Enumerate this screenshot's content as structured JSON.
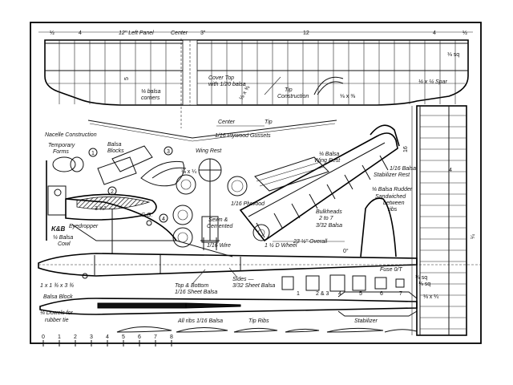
{
  "wing": {
    "left_panel": "12\" Left Panel",
    "center": "Center",
    "dim_left": "4",
    "dim_3": "3\"",
    "dim_12": "12",
    "dim_right": "4",
    "dim_half_a": "½",
    "dim_half_b": "½",
    "sq": "⅛ sq",
    "dim_5": "5",
    "cover_top": "Cover Top",
    "cover_top2": "with 1/20 balsa",
    "tip_construction": "Tip",
    "tip_construction2": "Construction",
    "balsa_corners": "⅛ balsa",
    "balsa_corners2": "corners",
    "spar": "⅛ x ¼ Spar",
    "spar_small": "⅛ x ⅜",
    "rib_dim": "⅛ x ⅜"
  },
  "nacelle": {
    "title": "Nacelle Construction",
    "temporary_forms": "Temporary",
    "temporary_forms2": "Forms",
    "balsa_blocks": "Balsa",
    "balsa_blocks2": "Blocks",
    "n1": "1",
    "n2": "2",
    "n3": "3",
    "n4": "4",
    "center": "Center",
    "tip": "Tip",
    "gussets": "1/16 Plywood Gussets",
    "wing_rest": "Wing Rest",
    "plywood": "1/16 Plywood",
    "sewn": "Sewn &",
    "sewn2": "Cemented",
    "wire": "1/16 Wire",
    "eyedropper": "Eyedropper",
    "kb": "K&B",
    "cowl": "¼ Balsa",
    "cowl2": "Cowl",
    "cg": "C.G.",
    "dim_32": "3 ⅝\"",
    "dim_cross": "⅛ x ¼"
  },
  "fuselage": {
    "wing_rest": "⅛ Balsa",
    "wing_rest2": "Wing Rest",
    "stab_rest": "1/16 Balsa",
    "stab_rest2": "Stabilizer Rest",
    "rudder": "⅛ Balsa Rudder",
    "sandwiched": "Sandwiched",
    "sandwiched2": "between",
    "sandwiched3": "ribs",
    "bulkheads": "Bulkheads",
    "bulkheads2": "2 to 7",
    "bulkheads3": "3/32 Balsa",
    "wheel": "1 ½ D Wheel",
    "overall": "23 ½\" Overall",
    "deg": "0°",
    "fuse": "Fuse 0/T",
    "top_bottom": "Top & Bottom",
    "top_bottom2": "1/16 Sheet Balsa",
    "sides": "Sides —",
    "sides2": "3/32 Sheet Balsa",
    "block_dim": "1 x 1 ¾ x 3 ¾",
    "balsa_block": "Balsa Block",
    "dowels": "⅛ Dowels for",
    "dowels2": "rubber tie",
    "sq": "⅛ sq",
    "bh1": "1",
    "bh23": "2 & 3",
    "bh4": "4",
    "bh5": "5",
    "bh6": "6",
    "bh7": "7"
  },
  "bottom": {
    "all_ribs": "All ribs 1/16 Balsa",
    "tip_ribs": "Tip Ribs",
    "stabilizer": "Stabilizer"
  },
  "stab": {
    "dim_16": "16",
    "dim_4": "4",
    "dim_a": "¼",
    "dim_sq": "⅛ sq",
    "dim_b": "⅛ x ¼"
  },
  "scale": {
    "ticks": [
      "0",
      "1",
      "2",
      "3",
      "4",
      "5",
      "6",
      "7",
      "8"
    ]
  }
}
